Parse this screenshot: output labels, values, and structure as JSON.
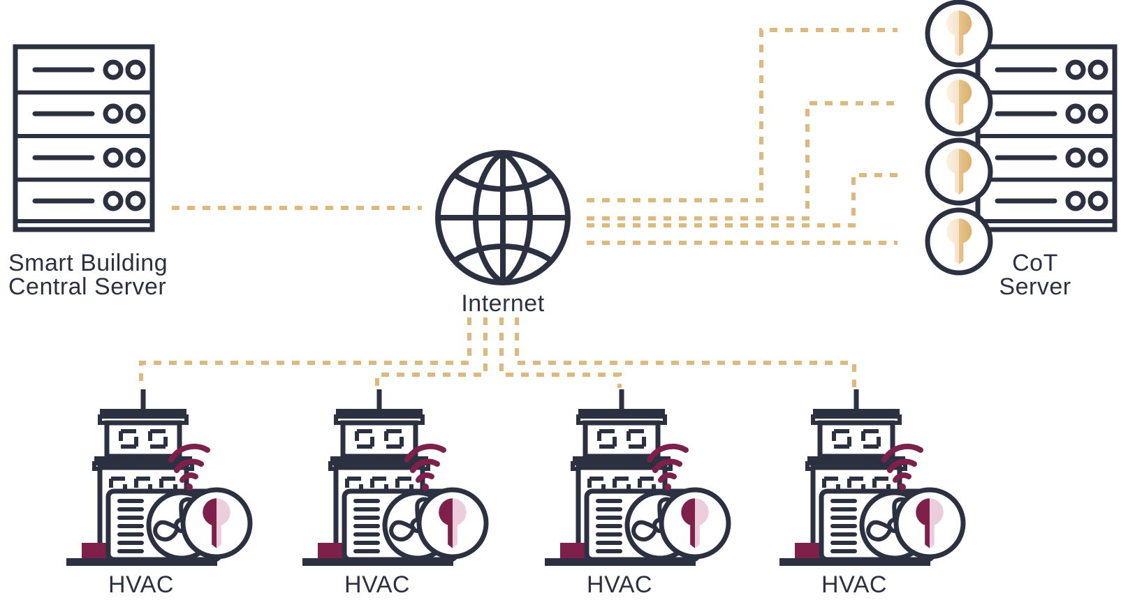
{
  "diagram": {
    "title": "Smart Building HVAC IoT network with CoT Server",
    "background_color": "#ffffff",
    "colors": {
      "ink": "#2c3142",
      "link": "#e0b97a",
      "key_gold_light": "#f6ead6",
      "key_gold": "#e0b97a",
      "accent_maroon": "#7e2049",
      "key_pink": "#e9c9d6",
      "white": "#ffffff"
    },
    "nodes": [
      {
        "id": "smart-building-central-server",
        "kind": "server-rack",
        "label": "Smart Building\nCentral Server",
        "label_line_1": "Smart Building",
        "label_line_2": "Central Server",
        "rack_rows": 4,
        "leds_per_row": 2,
        "has_key_badges": false
      },
      {
        "id": "internet",
        "kind": "globe",
        "label": "Internet",
        "icon": "globe-icon"
      },
      {
        "id": "cot-server",
        "kind": "server-rack",
        "label": "CoT\nServer",
        "label_line_1": "CoT",
        "label_line_2": "Server",
        "rack_rows": 4,
        "leds_per_row": 2,
        "has_key_badges": true,
        "key_badge_count": 4
      }
    ],
    "hvac_units": [
      {
        "id": "hvac-1",
        "label": "HVAC",
        "has_wifi": true,
        "has_key_badge": true,
        "fan_blades": 3,
        "vent_slats": 7
      },
      {
        "id": "hvac-2",
        "label": "HVAC",
        "has_wifi": true,
        "has_key_badge": true,
        "fan_blades": 3,
        "vent_slats": 7
      },
      {
        "id": "hvac-3",
        "label": "HVAC",
        "has_wifi": true,
        "has_key_badge": true,
        "fan_blades": 3,
        "vent_slats": 7
      },
      {
        "id": "hvac-4",
        "label": "HVAC",
        "has_wifi": true,
        "has_key_badge": true,
        "fan_blades": 3,
        "vent_slats": 7
      }
    ],
    "links": [
      {
        "id": "link-server-internet",
        "from": "smart-building-central-server",
        "to": "internet",
        "style": "dashed",
        "color": "#e0b97a"
      },
      {
        "id": "link-internet-cot-1",
        "from": "internet",
        "to": "cot-server",
        "style": "dashed",
        "color": "#e0b97a"
      },
      {
        "id": "link-internet-cot-2",
        "from": "internet",
        "to": "cot-server",
        "style": "dashed",
        "color": "#e0b97a"
      },
      {
        "id": "link-internet-cot-3",
        "from": "internet",
        "to": "cot-server",
        "style": "dashed",
        "color": "#e0b97a"
      },
      {
        "id": "link-internet-cot-4",
        "from": "internet",
        "to": "cot-server",
        "style": "dashed",
        "color": "#e0b97a"
      },
      {
        "id": "link-internet-hvac-1",
        "from": "internet",
        "to": "hvac-1",
        "style": "dashed",
        "color": "#e0b97a"
      },
      {
        "id": "link-internet-hvac-2",
        "from": "internet",
        "to": "hvac-2",
        "style": "dashed",
        "color": "#e0b97a"
      },
      {
        "id": "link-internet-hvac-3",
        "from": "internet",
        "to": "hvac-3",
        "style": "dashed",
        "color": "#e0b97a"
      },
      {
        "id": "link-internet-hvac-4",
        "from": "internet",
        "to": "hvac-4",
        "style": "dashed",
        "color": "#e0b97a"
      }
    ],
    "labels": {
      "server_line1": "Smart Building",
      "server_line2": "Central Server",
      "internet": "Internet",
      "cot_line1": "CoT",
      "cot_line2": "Server",
      "hvac_1": "HVAC",
      "hvac_2": "HVAC",
      "hvac_3": "HVAC",
      "hvac_4": "HVAC"
    }
  }
}
